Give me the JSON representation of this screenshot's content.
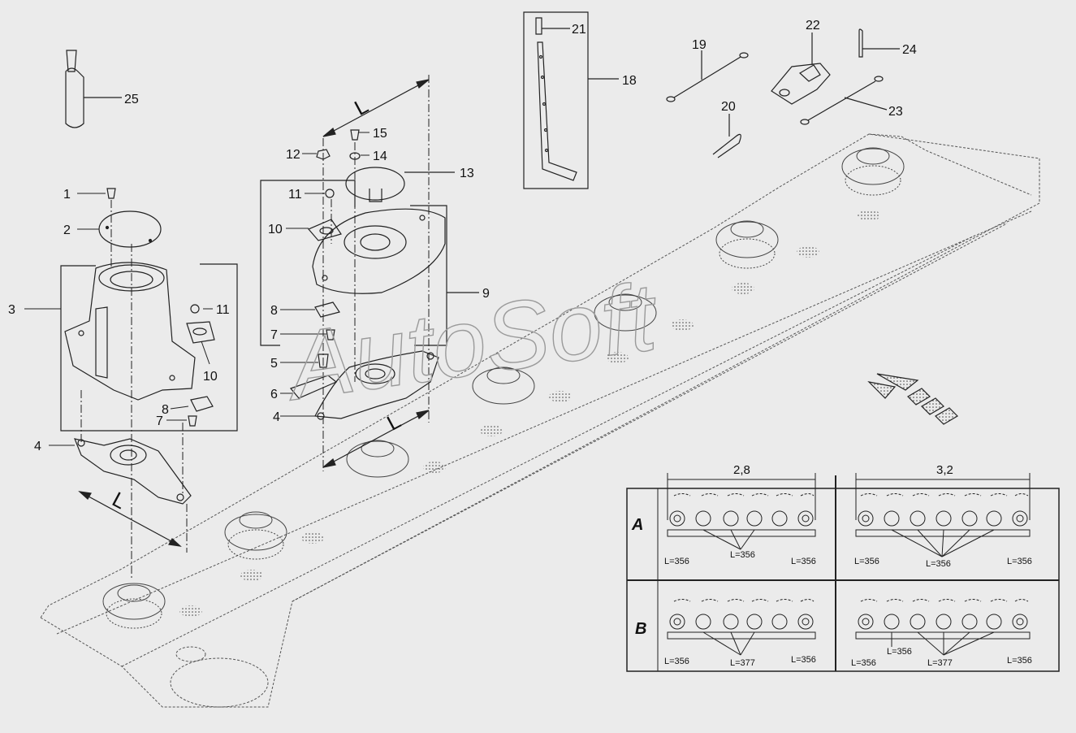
{
  "watermark": "AutoSoft",
  "callouts": {
    "c1": "1",
    "c2": "2",
    "c3": "3",
    "c4a": "4",
    "c4b": "4",
    "c5": "5",
    "c6": "6",
    "c7a": "7",
    "c7b": "7",
    "c8a": "8",
    "c8b": "8",
    "c9": "9",
    "c10a": "10",
    "c10b": "10",
    "c11a": "11",
    "c11b": "11",
    "c12": "12",
    "c13": "13",
    "c14": "14",
    "c15": "15",
    "c18": "18",
    "c19": "19",
    "c20": "20",
    "c21": "21",
    "c22": "22",
    "c23": "23",
    "c24": "24",
    "c25": "25"
  },
  "dimension_letter": "L",
  "inset": {
    "col_widths": [
      "2,8",
      "3,2"
    ],
    "rows": [
      {
        "letter": "A",
        "left_labels": [
          "L=356",
          "L=356",
          "L=356"
        ],
        "right_labels": [
          "L=356",
          "L=356",
          "L=356"
        ]
      },
      {
        "letter": "B",
        "left_labels": [
          "L=356",
          "L=377",
          "L=356"
        ],
        "right_labels": [
          "L=356",
          "L=356",
          "L=377",
          "L=356"
        ]
      }
    ]
  },
  "colors": {
    "background": "#ebebeb",
    "line": "#222222",
    "watermark": "#9a9a9a"
  }
}
